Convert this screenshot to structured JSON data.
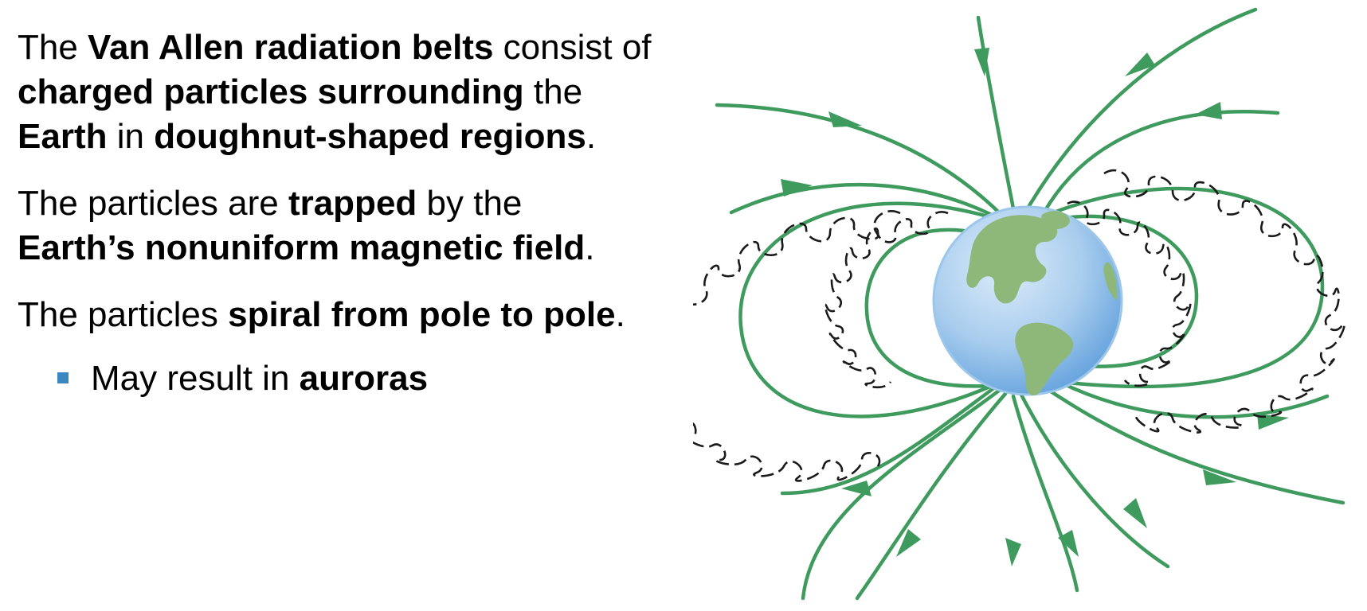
{
  "slide": {
    "paragraph_1": {
      "t1": "The ",
      "b1": "Van Allen radiation belts",
      "t2": " consist of ",
      "b2": "charged particles surrounding",
      "t3": " the ",
      "b3": "Earth",
      "t4": " in ",
      "b4": "doughnut-shaped regions",
      "t5": "."
    },
    "paragraph_2": {
      "t1": "The particles are ",
      "b1": "trapped",
      "t2": " by the ",
      "b2": "Earth’s nonuniform magnetic field",
      "t3": "."
    },
    "paragraph_3": {
      "t1": "The particles ",
      "b1": "spiral from pole to pole",
      "t2": "."
    },
    "bullet_1": {
      "t1": "May result in ",
      "b1": "auroras"
    }
  },
  "figure": {
    "colors": {
      "field_lines": "#3f9a5e",
      "particle_paths": "#1a1a1a",
      "ocean": "#8fbde6",
      "land": "#8db87a",
      "bullet": "#3b87c2"
    },
    "icons": [
      "earth-globe",
      "field-line-arrow"
    ]
  }
}
